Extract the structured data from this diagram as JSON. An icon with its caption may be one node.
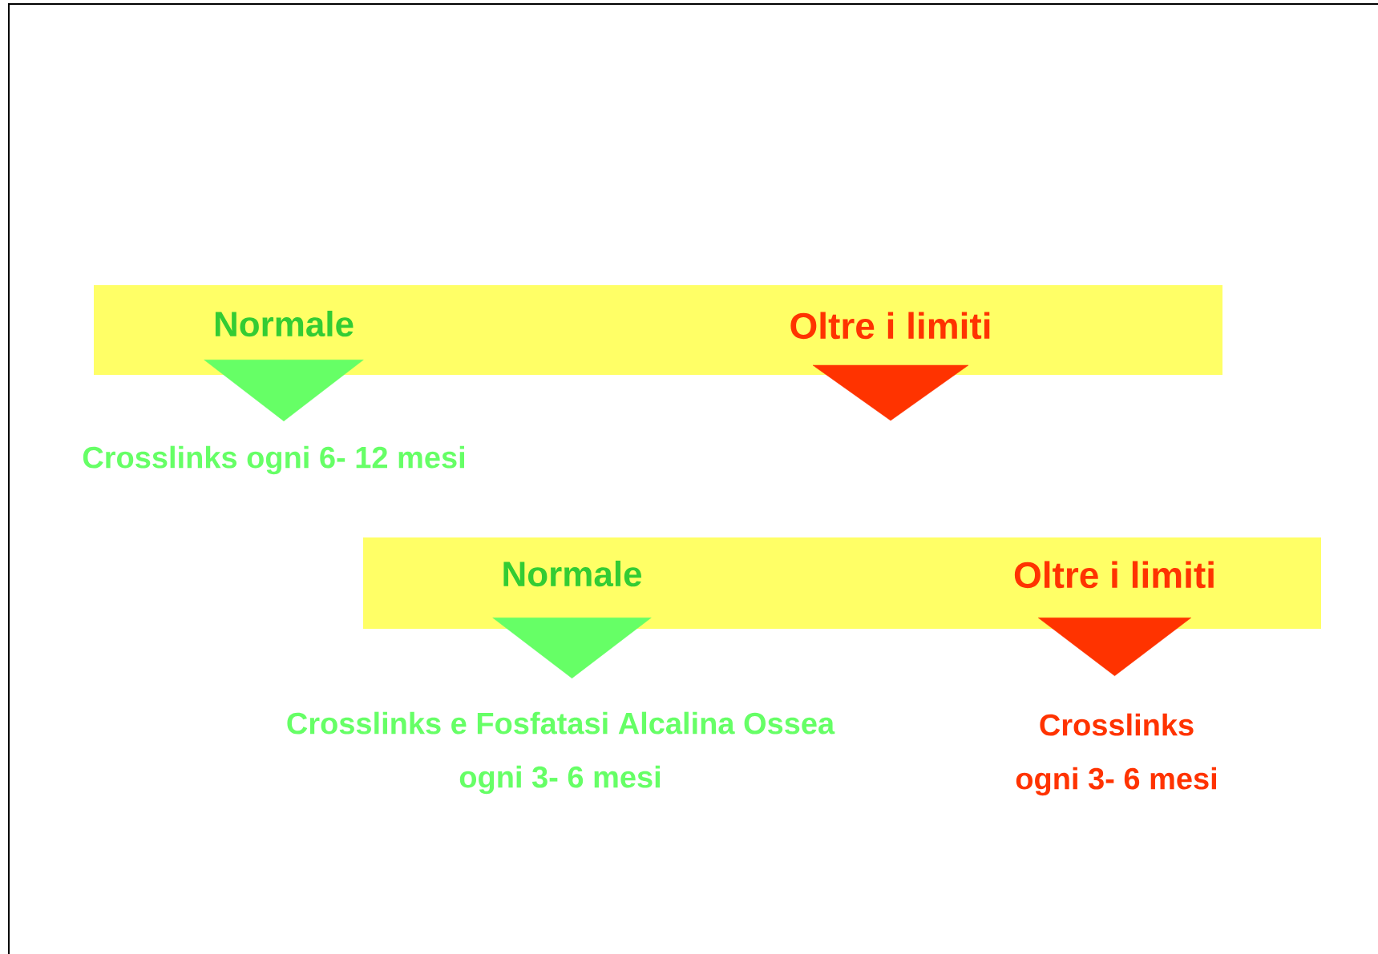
{
  "diagram": {
    "nodes": [
      {
        "text": [],
        "shape": "bar"
      },
      {
        "text": [
          "Normale"
        ],
        "in": 0
      },
      {
        "text": [
          "Oltre i limiti"
        ],
        "in": 0
      },
      {
        "text": [
          "Crosslinks ogni 6- 12 mesi"
        ]
      },
      {
        "text": [],
        "shape": "bar"
      },
      {
        "text": [
          "Normale"
        ],
        "in": 4
      },
      {
        "text": [
          "Oltre i limiti"
        ],
        "in": 4
      },
      {
        "text": [
          "Crosslinks e Fosfatasi Alcalina Ossea",
          "ogni 3- 6 mesi"
        ]
      },
      {
        "text": [
          "Crosslinks",
          "ogni 3- 6 mesi"
        ]
      }
    ],
    "edges": [
      {
        "from": 1,
        "to": 3,
        "arrow": "to"
      },
      {
        "from": 2,
        "to": null,
        "arrow": "to",
        "color": "#ff3300"
      },
      {
        "from": 5,
        "to": 7,
        "arrow": "to"
      },
      {
        "from": 6,
        "to": 8,
        "arrow": "to",
        "color": "#ff3300"
      }
    ]
  }
}
